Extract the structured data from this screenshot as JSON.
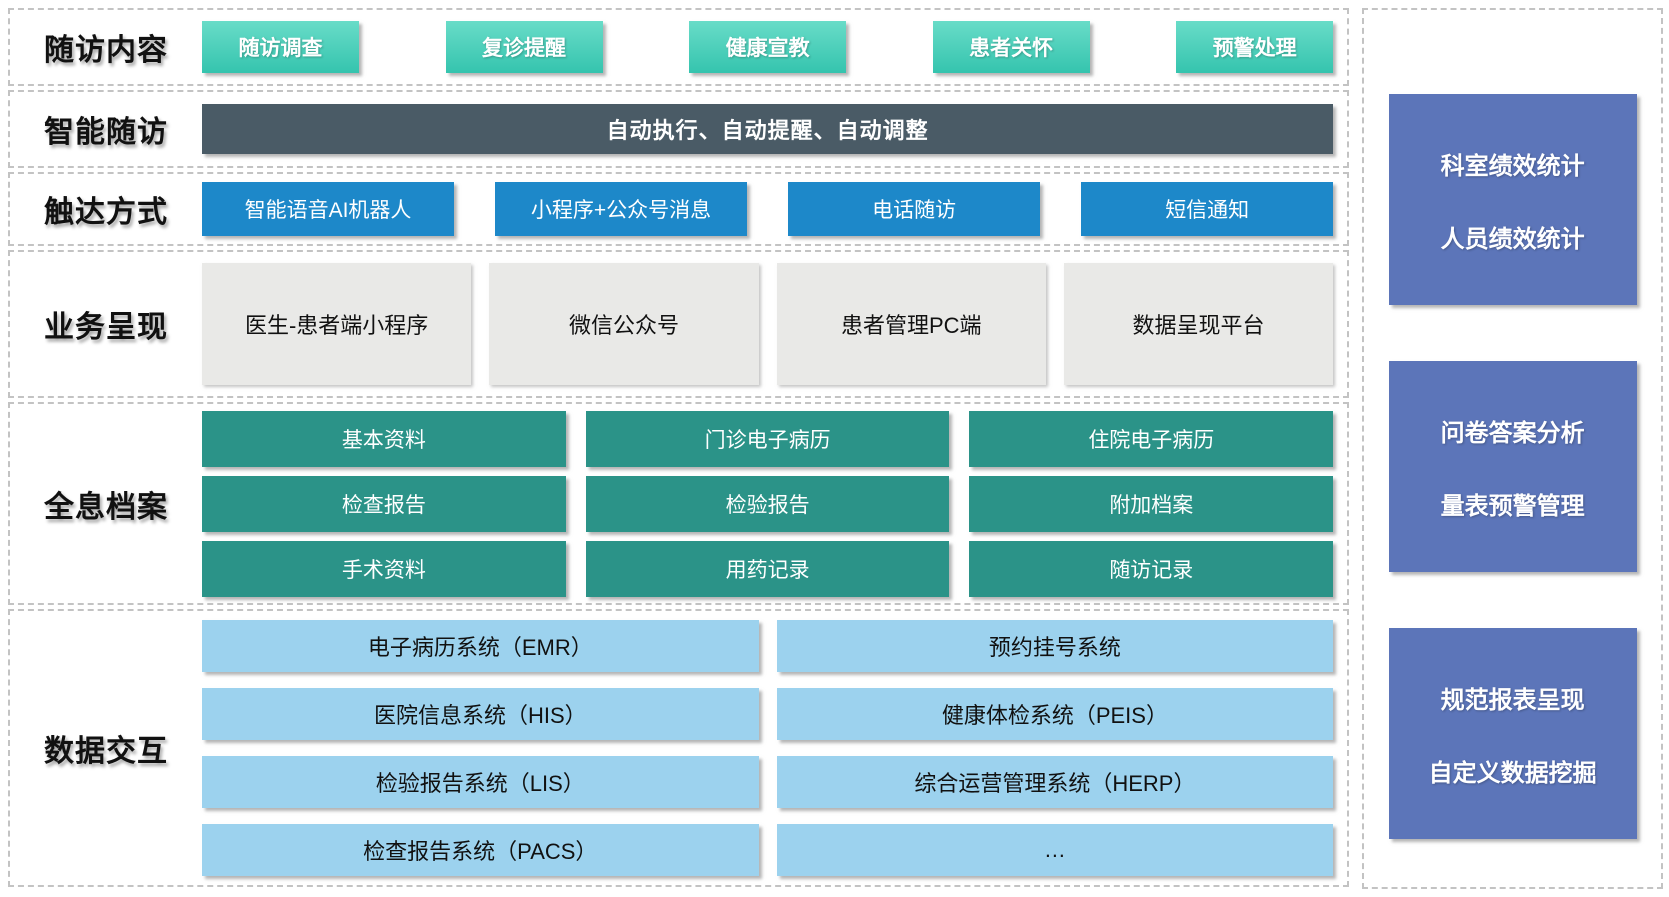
{
  "sections": {
    "followup_content": {
      "label": "随访内容",
      "items": [
        "随访调查",
        "复诊提醒",
        "健康宣教",
        "患者关怀",
        "预警处理"
      ]
    },
    "smart_followup": {
      "label": "智能随访",
      "banner": "自动执行、自动提醒、自动调整"
    },
    "reach_methods": {
      "label": "触达方式",
      "items": [
        "智能语音AI机器人",
        "小程序+公众号消息",
        "电话随访",
        "短信通知"
      ]
    },
    "business_presentation": {
      "label": "业务呈现",
      "items": [
        "医生-患者端小程序",
        "微信公众号",
        "患者管理PC端",
        "数据呈现平台"
      ]
    },
    "holographic_archive": {
      "label": "全息档案",
      "items": [
        "基本资料",
        "门诊电子病历",
        "住院电子病历",
        "检查报告",
        "检验报告",
        "附加档案",
        "手术资料",
        "用药记录",
        "随访记录"
      ]
    },
    "data_exchange": {
      "label": "数据交互",
      "items": [
        "电子病历系统（EMR）",
        "预约挂号系统",
        "医院信息系统（HIS）",
        "健康体检系统（PEIS）",
        "检验报告系统（LIS）",
        "综合运营管理系统（HERP）",
        "检查报告系统（PACS）",
        "…"
      ]
    }
  },
  "sidebar": {
    "panels": [
      {
        "lines": [
          "科室绩效统计",
          "人员绩效统计"
        ]
      },
      {
        "lines": [
          "问卷答案分析",
          "量表预警管理"
        ]
      },
      {
        "lines": [
          "规范报表呈现",
          "自定义数据挖掘"
        ]
      }
    ]
  },
  "colors": {
    "pill_green_top": "#69dcc8",
    "pill_green_bottom": "#35c4ae",
    "banner_slate": "#4a5b66",
    "button_blue": "#1d88c9",
    "box_gray": "#e9e9e7",
    "tile_teal": "#2b9388",
    "tile_lightblue": "#9cd2ee",
    "panel_purple": "#5c75b9"
  }
}
